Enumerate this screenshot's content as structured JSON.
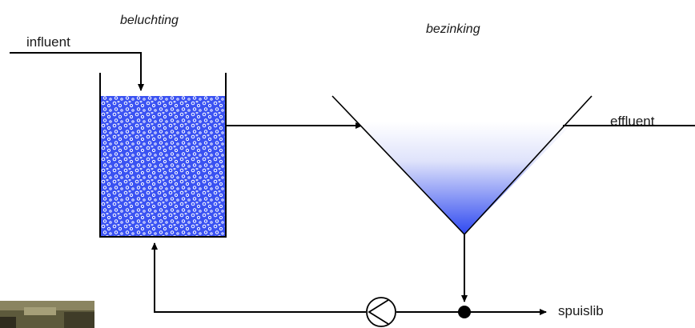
{
  "labels": {
    "aeration": "beluchting",
    "settling": "bezinking",
    "influent": "influent",
    "effluent": "effluent",
    "waste_sludge": "spuislib"
  },
  "colors": {
    "line": "#000000",
    "water": "#3a52f2",
    "bubbles": "#ffffff",
    "settler_top": "#ffffff",
    "settler_bottom": "#2f49f0",
    "photo": "#6b6442"
  }
}
